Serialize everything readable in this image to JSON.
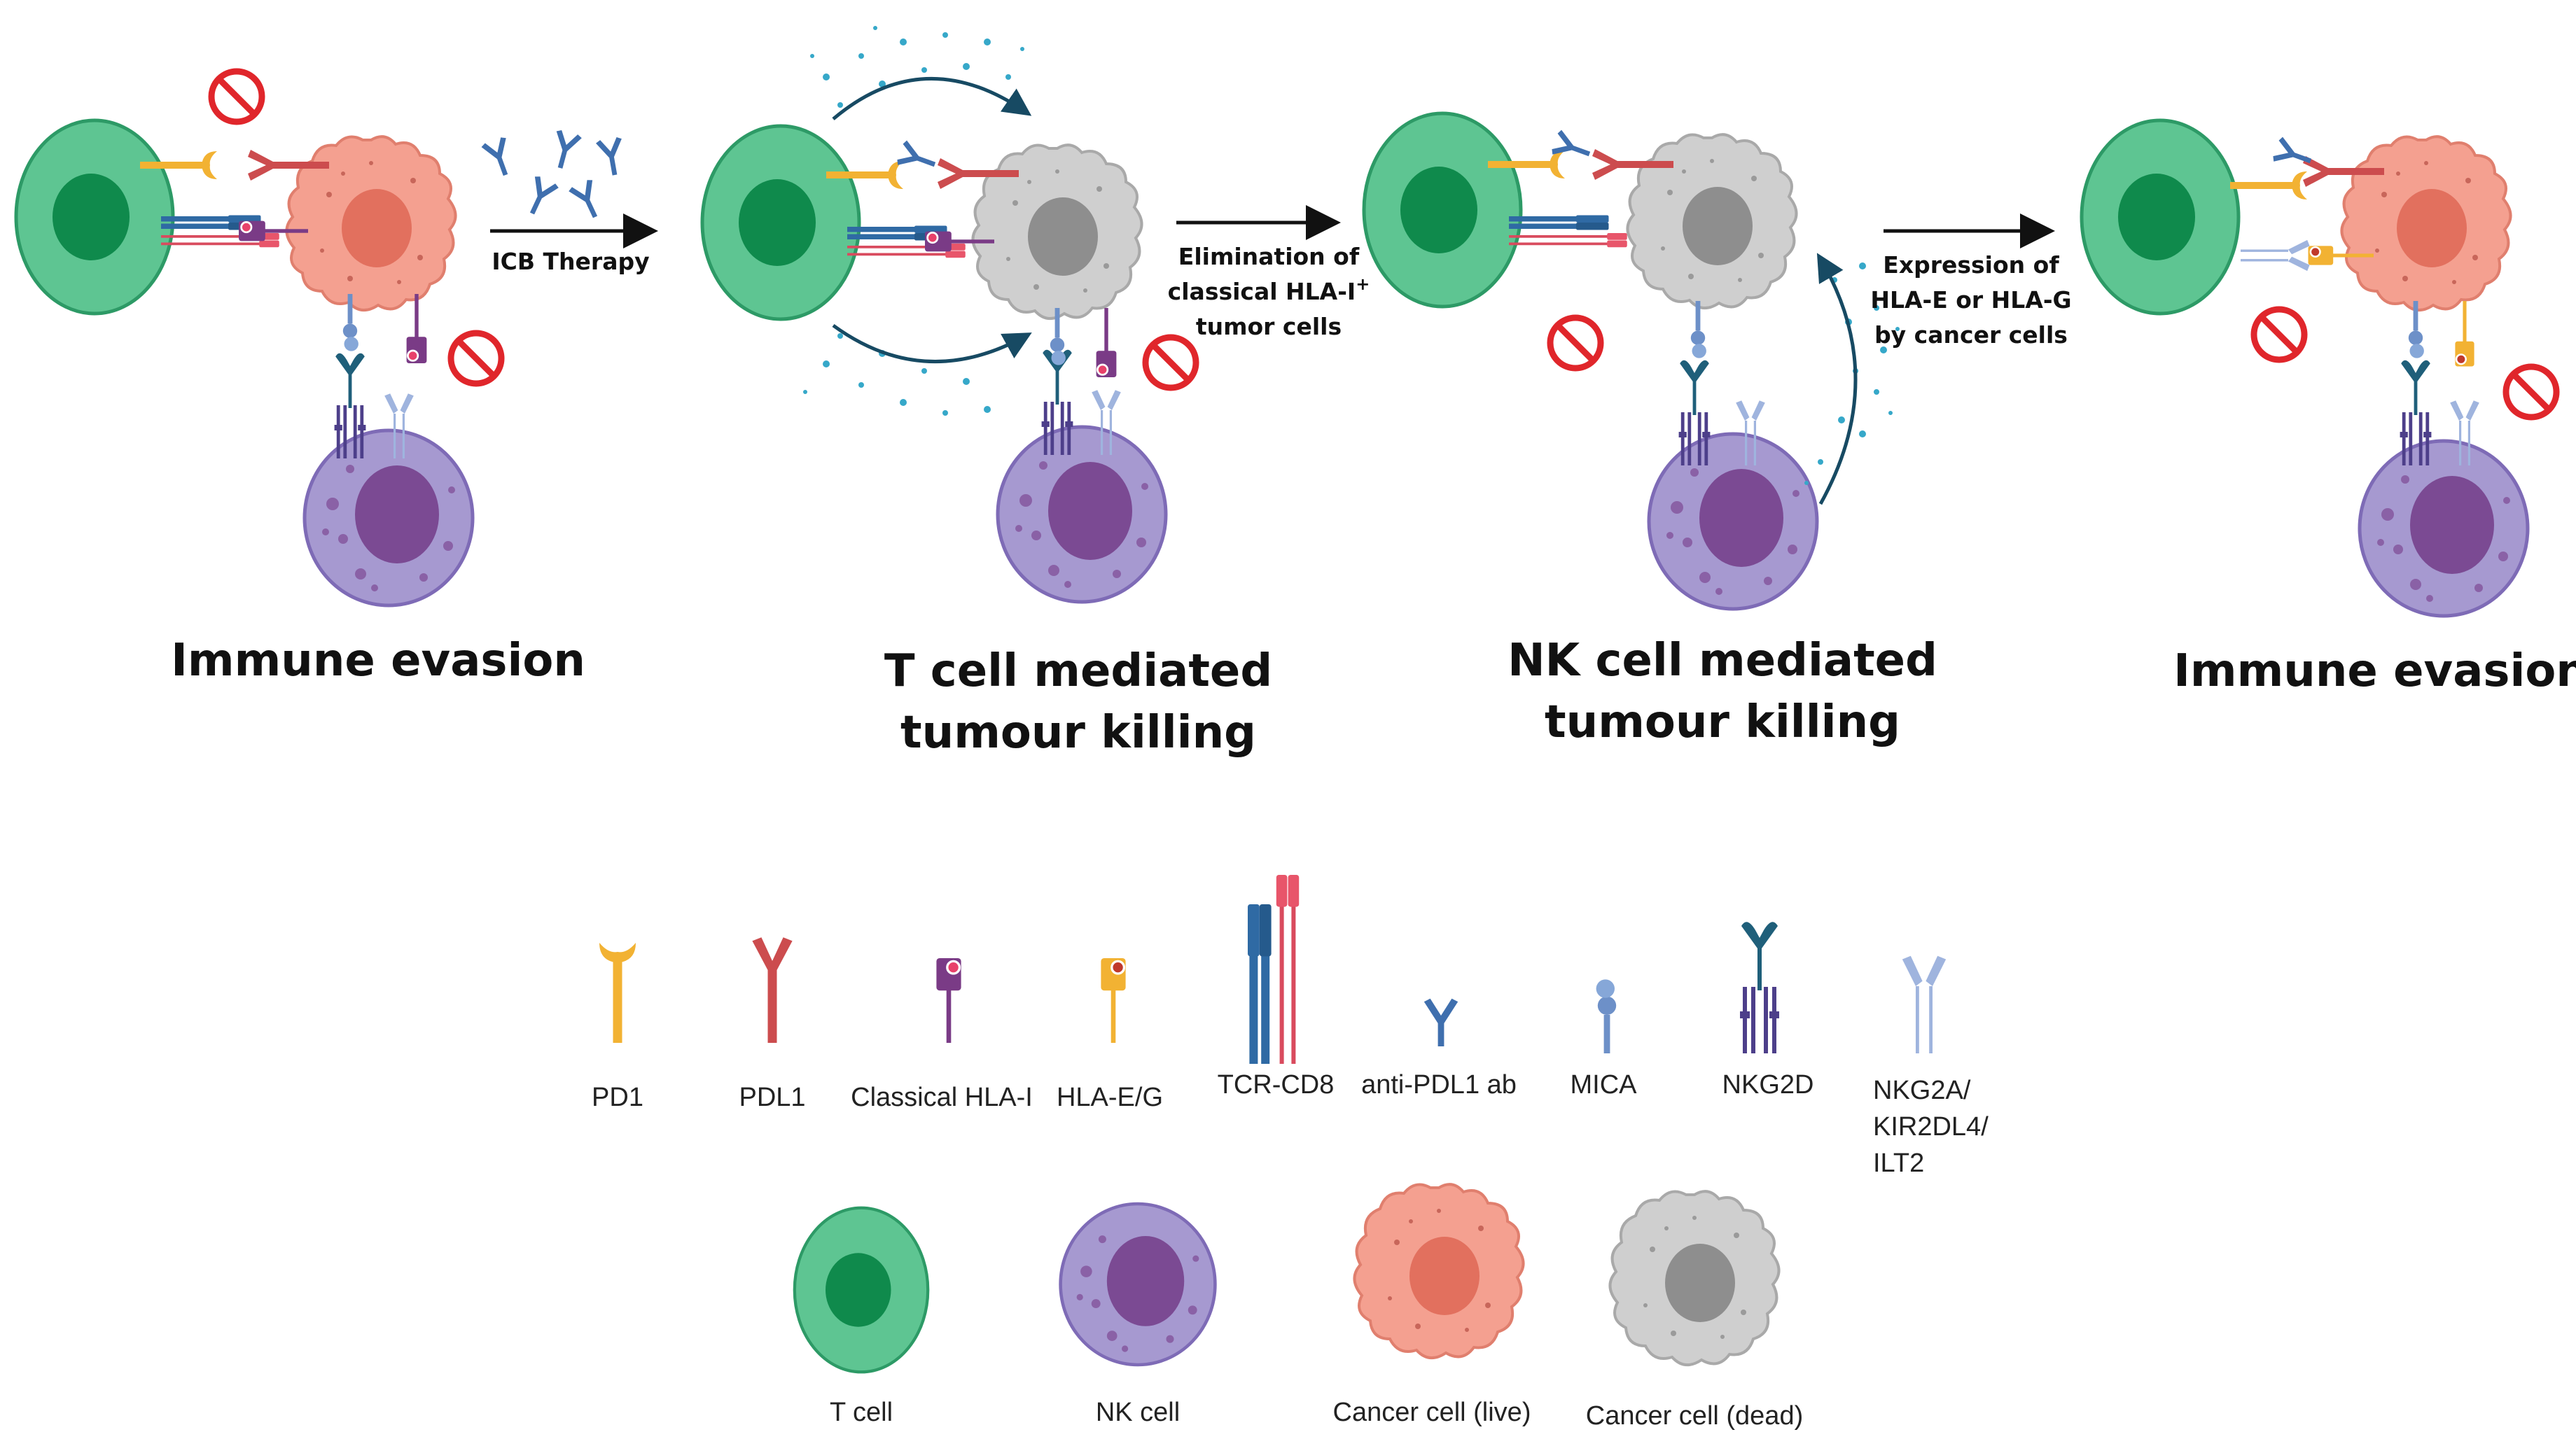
{
  "stages": [
    {
      "title_lines": [
        "Immune evasion"
      ]
    },
    {
      "title_lines": [
        "T cell mediated",
        "tumour killing"
      ]
    },
    {
      "title_lines": [
        "NK cell mediated",
        "tumour killing"
      ]
    },
    {
      "title_lines": [
        "Immune evasion"
      ]
    }
  ],
  "arrows": [
    {
      "label_lines": [
        "ICB Therapy"
      ]
    },
    {
      "label_lines": [
        "Elimination of",
        "classical HLA-I",
        "tumor cells"
      ],
      "superscript": "+"
    },
    {
      "label_lines": [
        "Expression of",
        "HLA-E or HLA-G",
        "by cancer cells"
      ]
    }
  ],
  "legend": {
    "molecules": [
      {
        "label_lines": [
          "PD1"
        ],
        "icon": "pd1-icon"
      },
      {
        "label_lines": [
          "PDL1"
        ],
        "icon": "pdl1-icon"
      },
      {
        "label_lines": [
          "Classical HLA-I"
        ],
        "icon": "classical-hla-i-icon"
      },
      {
        "label_lines": [
          "HLA-E/G"
        ],
        "icon": "hla-e-g-icon"
      },
      {
        "label_lines": [
          "TCR-CD8"
        ],
        "icon": "tcr-cd8-icon"
      },
      {
        "label_lines": [
          "anti-PDL1 ab"
        ],
        "icon": "anti-pdl1-antibody-icon"
      },
      {
        "label_lines": [
          "MICA"
        ],
        "icon": "mica-icon"
      },
      {
        "label_lines": [
          "NKG2D"
        ],
        "icon": "nkg2d-icon"
      },
      {
        "label_lines": [
          "NKG2A/",
          "KIR2DL4/",
          "ILT2"
        ],
        "icon": "nkg2a-kir2dl4-ilt2-icon"
      }
    ],
    "cells": [
      {
        "label": "T cell",
        "icon": "t-cell-icon"
      },
      {
        "label": "NK cell",
        "icon": "nk-cell-icon"
      },
      {
        "label": "Cancer cell (live)",
        "icon": "cancer-cell-live-icon"
      },
      {
        "label": "Cancer cell (dead)",
        "icon": "cancer-cell-dead-icon"
      }
    ]
  },
  "colors": {
    "t_cell": "#5ec592",
    "t_cell_nucleus": "#0f8a4c",
    "nk_cell": "#a699d0",
    "nk_cell_nucleus": "#7b4a93",
    "cancer_live": "#f4a090",
    "cancer_live_nucleus": "#e2705e",
    "cancer_dead": "#cfcfcf",
    "cancer_dead_nucleus": "#8e8e8e",
    "pd1": "#f2b233",
    "pdl1": "#cc4c4e",
    "hla": "#7a3b86",
    "hla_eg": "#f2b233",
    "tcr": "#2f6aa4",
    "cd8": "#d94b5e",
    "antibody": "#3f6fae",
    "mica": "#6d90c8",
    "nkg2d": "#1f5f7a",
    "nkg2a": "#9fb4de",
    "inhibit": "#e0262b",
    "arrow": "#174a63"
  }
}
